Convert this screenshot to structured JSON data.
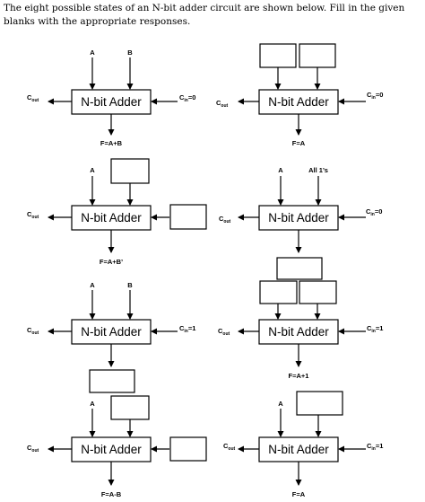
{
  "intro": "The eight possible states of an N-bit adder circuit are shown below.  Fill in the given blanks with the appropriate responses.",
  "labels": {
    "adder": "N-bit Adder",
    "c": "C",
    "out_sub": "out",
    "in_sub": "in"
  },
  "states": [
    {
      "input_a": "A",
      "input_b": "B",
      "cin": "=0",
      "result": "F=A+B"
    },
    {
      "input_a": "",
      "input_b": "",
      "cin": "=0",
      "result": "F=A"
    },
    {
      "input_a": "A",
      "input_b": "",
      "cin": "",
      "result": "F=A+B’"
    },
    {
      "input_a": "A",
      "input_b": "All 1’s",
      "cin": "=0",
      "result": ""
    },
    {
      "input_a": "A",
      "input_b": "B",
      "cin": "=1",
      "result": ""
    },
    {
      "input_a": "",
      "input_b": "",
      "cin": "=1",
      "result": "F=A+1"
    },
    {
      "input_a": "A",
      "input_b": "",
      "cin": "",
      "result": "F=A-B"
    },
    {
      "input_a": "A",
      "input_b": "",
      "cin": "=1",
      "result": "F=A"
    }
  ]
}
